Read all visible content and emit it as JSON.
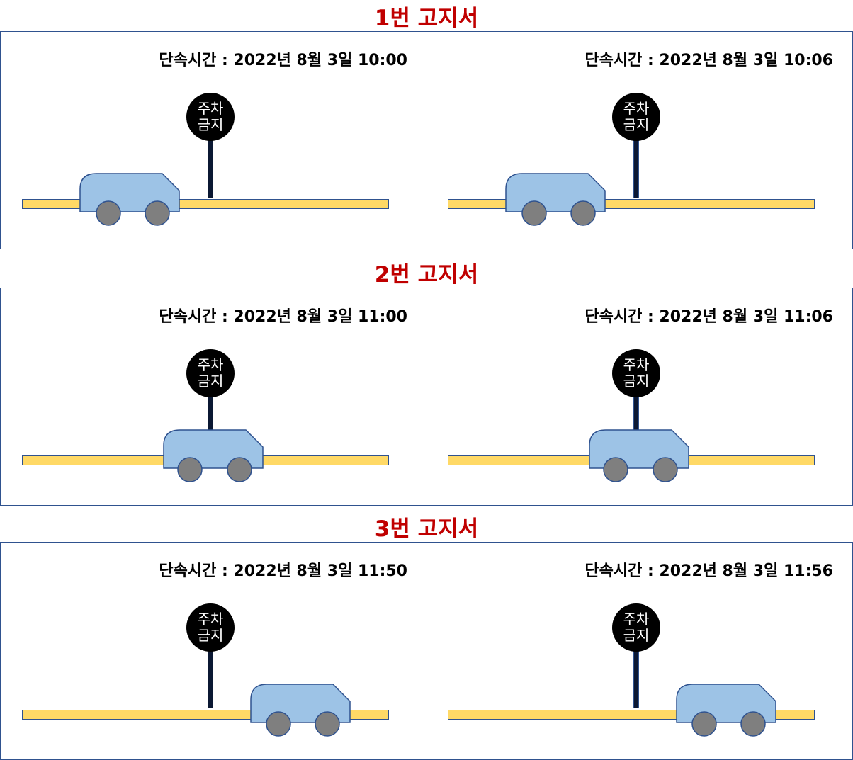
{
  "sign_lines": [
    "주차",
    "금지"
  ],
  "colors": {
    "title": "#c00000",
    "road": "#ffd966",
    "car": "#9dc3e6",
    "wheel": "#7f7f7f",
    "outline": "#2f528f"
  },
  "sections": [
    {
      "title": "1번 고지서",
      "left": {
        "timestamp": "단속시간 : 2022년 8월 3일 10:00"
      },
      "right": {
        "timestamp": "단속시간 : 2022년 8월 3일 10:06"
      }
    },
    {
      "title": "2번 고지서",
      "left": {
        "timestamp": "단속시간 : 2022년 8월 3일 11:00"
      },
      "right": {
        "timestamp": "단속시간 : 2022년 8월 3일 11:06"
      }
    },
    {
      "title": "3번 고지서",
      "left": {
        "timestamp": "단속시간 : 2022년 8월 3일 11:50"
      },
      "right": {
        "timestamp": "단속시간 : 2022년 8월 3일 11:56"
      }
    }
  ]
}
